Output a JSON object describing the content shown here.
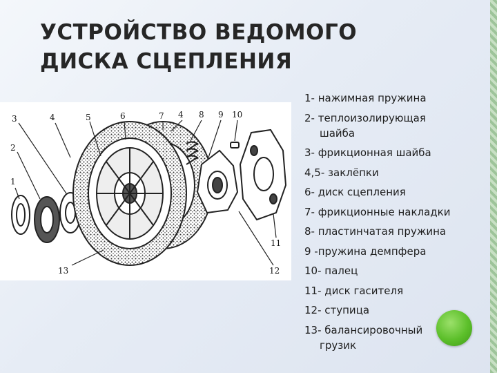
{
  "slide": {
    "title_line1": "УСТРОЙСТВО ВЕДОМОГО",
    "title_line2": "ДИСКА СЦЕПЛЕНИЯ"
  },
  "legend": [
    {
      "text": "1- нажимная пружина"
    },
    {
      "text": "2- теплоизолирующая",
      "cont": "шайба"
    },
    {
      "text": "3- фрикционная шайба"
    },
    {
      "text": "4,5- заклёпки"
    },
    {
      "text": "6- диск сцепления"
    },
    {
      "text": "7- фрикционные накладки"
    },
    {
      "text": "8- пластинчатая пружина"
    },
    {
      "text": "9 -пружина демпфера"
    },
    {
      "text": "10- палец"
    },
    {
      "text": "11- диск гасителя"
    },
    {
      "text": "12- ступица"
    },
    {
      "text": "13- балансировочный",
      "cont": "грузик"
    }
  ],
  "diagram_callouts": [
    "1",
    "2",
    "3",
    "4",
    "5",
    "6",
    "7",
    "8",
    "9",
    "10",
    "11",
    "12",
    "13"
  ],
  "colors": {
    "accent": "#5cbf2a",
    "text": "#262626"
  }
}
